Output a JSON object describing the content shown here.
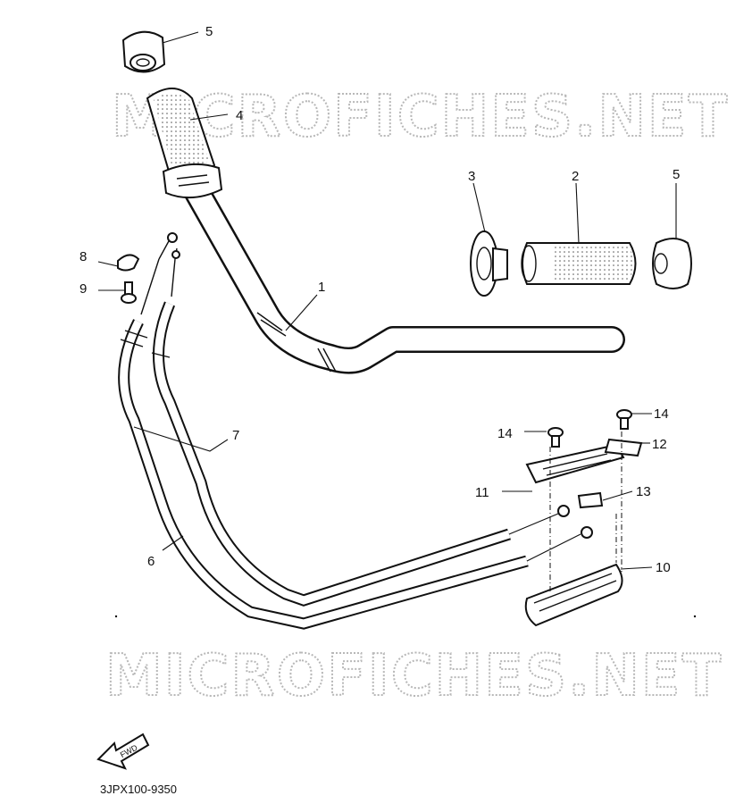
{
  "watermark": "MICROFICHES.NET",
  "fwd_label": "FWD",
  "diagram_code": "3JPX100-9350",
  "callouts": [
    "1",
    "2",
    "3",
    "4",
    "5",
    "5",
    "6",
    "7",
    "8",
    "9",
    "10",
    "11",
    "12",
    "13",
    "14",
    "14"
  ],
  "colors": {
    "line": "#111111",
    "watermark": "#b8b8b8",
    "background": "#ffffff"
  }
}
